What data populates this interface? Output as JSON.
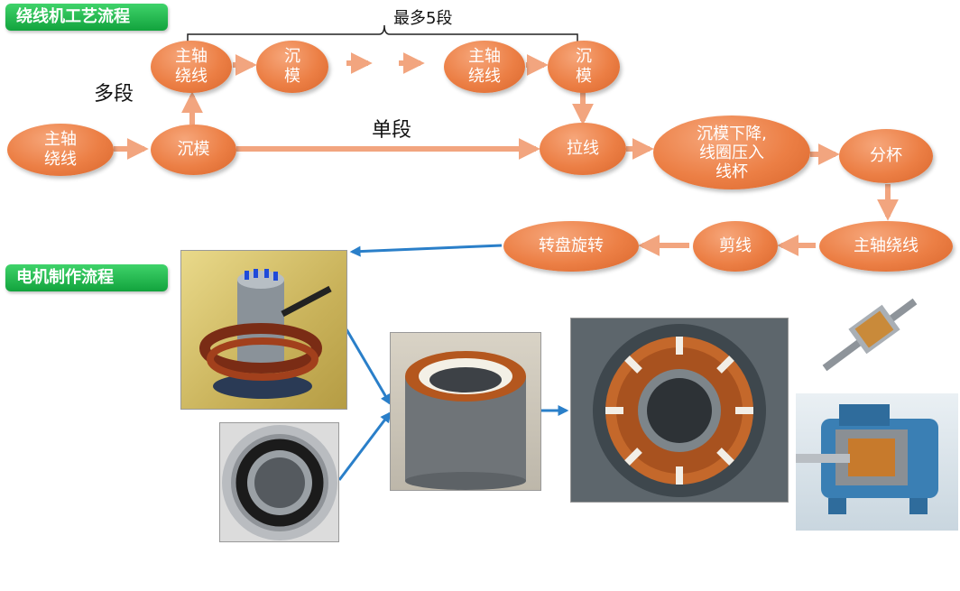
{
  "badges": {
    "winding_process": "绕线机工艺流程",
    "motor_process": "电机制作流程"
  },
  "labels": {
    "multi_segment": "多段",
    "single_segment": "单段",
    "max_segments": "最多5段"
  },
  "nodes": {
    "spindle_winding_start": "主轴\n绕线",
    "sink_mold_main": "沉模",
    "multi_spindle_winding_1": "主轴\n绕线",
    "multi_sink_mold_1": "沉\n模",
    "multi_spindle_winding_2": "主轴\n绕线",
    "multi_sink_mold_2": "沉\n模",
    "pull_wire": "拉线",
    "lower_mold_insert": "沉模下降,\n线圈压入\n线杯",
    "split_cup": "分杯",
    "spindle_winding_end": "主轴绕线",
    "cut_wire": "剪线",
    "turntable_rotate": "转盘旋转"
  },
  "colors": {
    "node_fill": "#ec7f45",
    "arrow_orange": "#f2a57f",
    "arrow_blue": "#2a7fc9",
    "badge_green": "#1fb84a"
  }
}
